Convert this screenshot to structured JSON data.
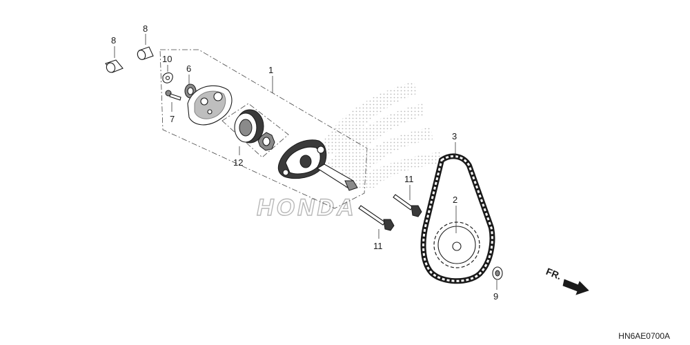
{
  "diagram": {
    "callouts": {
      "c1": "1",
      "c2": "2",
      "c3": "3",
      "c6": "6",
      "c7": "7",
      "c8a": "8",
      "c8b": "8",
      "c9": "9",
      "c10": "10",
      "c11a": "11",
      "c11b": "11",
      "c12": "12"
    },
    "direction_label": "FR.",
    "diagram_code": "HN6AE0700A",
    "watermark": {
      "text": "HONDA",
      "color": "#b8b8b8"
    }
  },
  "colors": {
    "line": "#1a1a1a",
    "watermark": "#b8b8b8",
    "background": "#ffffff"
  },
  "icons": {
    "direction": "forward-arrow-icon"
  }
}
